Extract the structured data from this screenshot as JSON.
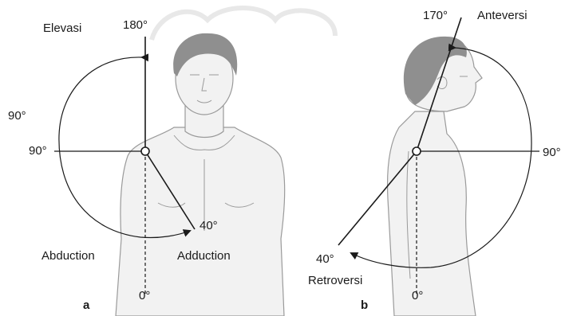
{
  "panel_a": {
    "label": "a",
    "elevation_label": "Elevasi",
    "top_angle": "180°",
    "left_angle_outer": "90°",
    "left_angle_axis": "90°",
    "adduction_angle": "40°",
    "abduction_label": "Abduction",
    "adduction_label": "Adduction",
    "bottom_angle": "0°"
  },
  "panel_b": {
    "label": "b",
    "top_angle": "170°",
    "anteversion_label": "Anteversi",
    "right_angle": "90°",
    "retro_angle": "40°",
    "retroversion_label": "Retroversi",
    "bottom_angle": "0°"
  },
  "colors": {
    "line": "#1a1a1a",
    "skin": "#f2f2f2",
    "hair": "#8f8f8f",
    "outline": "#9a9a9a"
  }
}
